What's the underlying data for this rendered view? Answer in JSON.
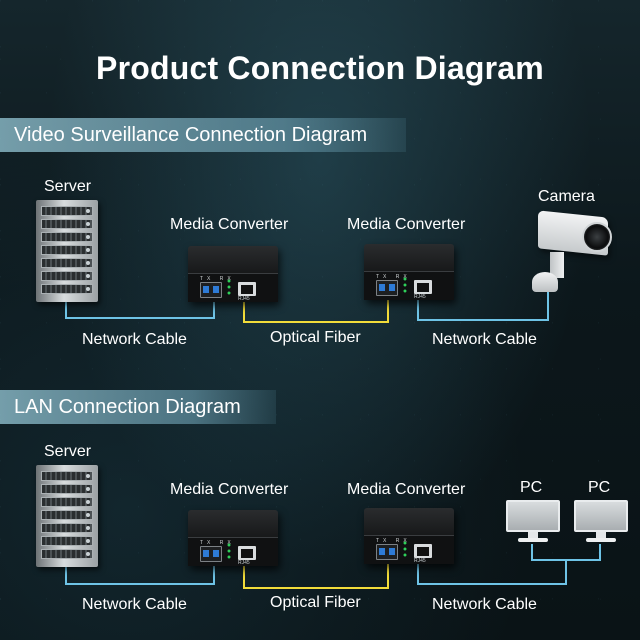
{
  "title": "Product Connection Diagram",
  "sections": [
    {
      "heading": "Video Surveillance Connection Diagram",
      "server_label": "Server",
      "converter_left_label": "Media Converter",
      "converter_right_label": "Media Converter",
      "end_device_label": "Camera",
      "cable_left_label": "Network Cable",
      "fiber_label": "Optical Fiber",
      "cable_right_label": "Network Cable"
    },
    {
      "heading": "LAN Connection Diagram",
      "server_label": "Server",
      "converter_left_label": "Media Converter",
      "converter_right_label": "Media Converter",
      "pc_left_label": "PC",
      "pc_right_label": "PC",
      "cable_left_label": "Network Cable",
      "fiber_label": "Optical Fiber",
      "cable_right_label": "Network Cable"
    }
  ],
  "device": {
    "port_tx": "TX",
    "port_rx": "RX",
    "port_rj45": "RJ45"
  },
  "colors": {
    "network_cable": "#6ec3e6",
    "optical_fiber": "#f2dc3a",
    "heading_banner": "#8fc2d2"
  },
  "icons": [
    "server-rack-icon",
    "media-converter-icon",
    "camera-icon",
    "pc-monitor-icon"
  ]
}
